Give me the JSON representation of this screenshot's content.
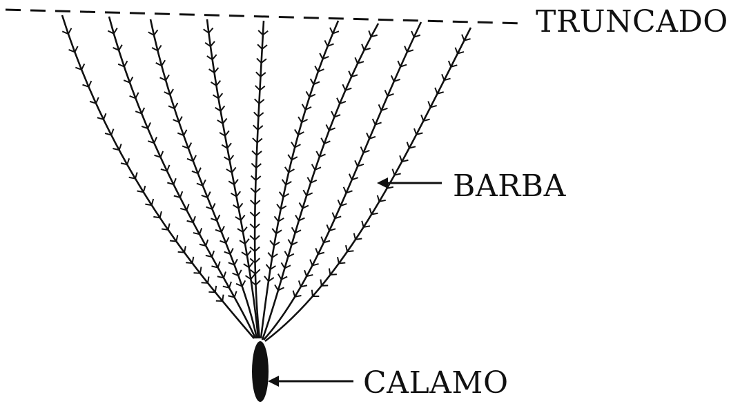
{
  "labels": {
    "truncado": "TRUNCADO",
    "barba": "BARBA",
    "calamo": "CALAMO"
  },
  "colors": {
    "ink": "#111111",
    "background": "#ffffff"
  }
}
